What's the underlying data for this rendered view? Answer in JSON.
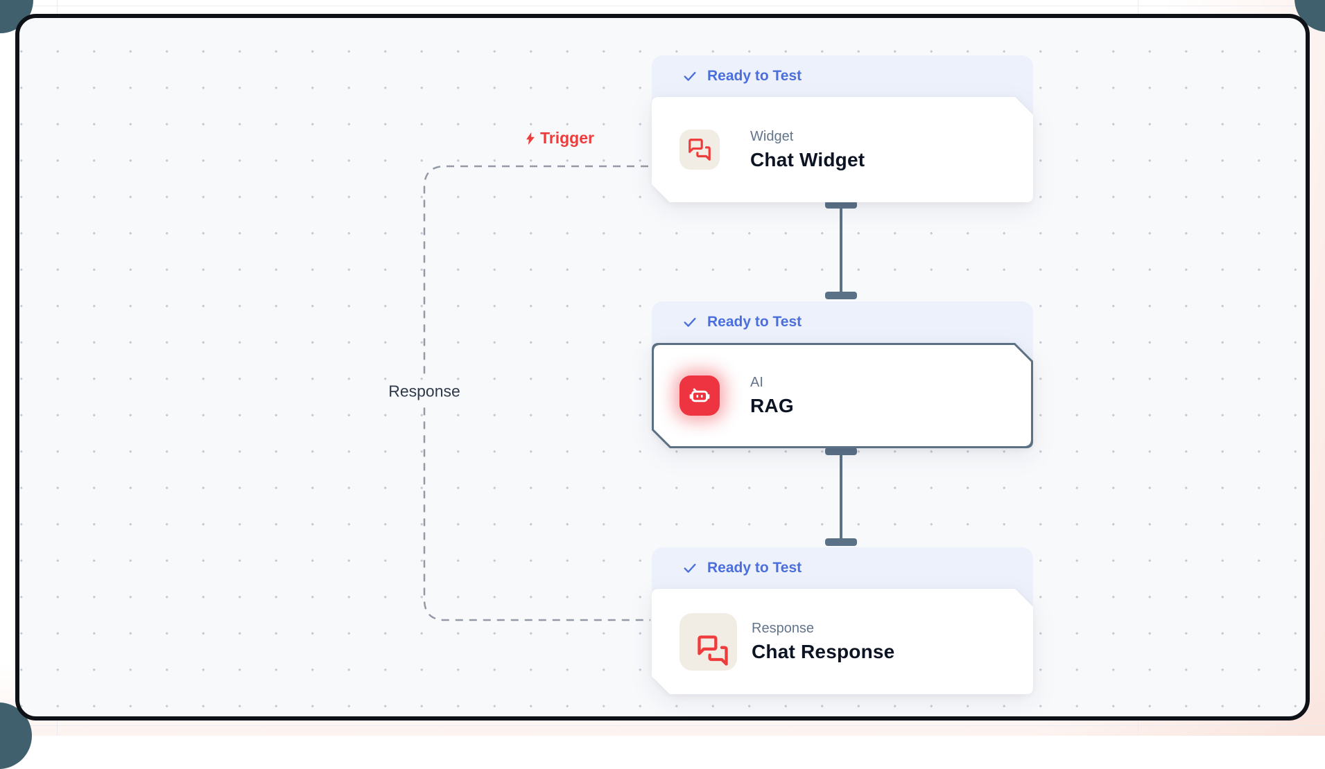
{
  "workflow": {
    "nodes": [
      {
        "status": "Ready to Test",
        "category": "Widget",
        "title": "Chat Widget",
        "icon": "chat-bubbles-icon",
        "selected": false
      },
      {
        "status": "Ready to Test",
        "category": "AI",
        "title": "RAG",
        "icon": "robot-icon",
        "selected": true
      },
      {
        "status": "Ready to Test",
        "category": "Response",
        "title": "Chat Response",
        "icon": "chat-bubbles-icon",
        "selected": false
      }
    ],
    "edge_labels": {
      "trigger": "Trigger",
      "response": "Response"
    },
    "icons": {
      "status_check": "check-icon",
      "trigger_bolt": "lightning-bolt-icon"
    },
    "colors": {
      "accent_red": "#ee3b3b",
      "badge_text_blue": "#4a6fdc",
      "badge_bg": "#edf1fb",
      "connector_slate": "#5b7186",
      "selected_border": "#5b7083",
      "canvas_bg": "#f8f9fb",
      "frame_border": "#0e1116",
      "icon_tile_beige": "#f2ede4",
      "icon_tile_red": "#ee3440"
    }
  }
}
